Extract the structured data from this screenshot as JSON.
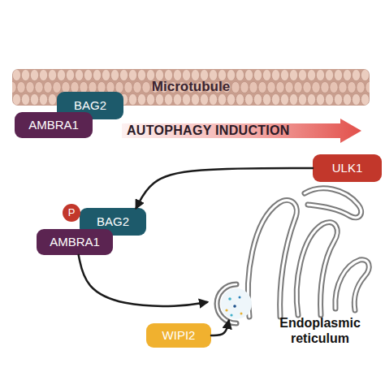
{
  "diagram": {
    "nodes": [
      {
        "text": [
          "Microtubule"
        ]
      },
      {
        "text": [
          "BAG2"
        ]
      },
      {
        "text": [
          "AMBRA1"
        ]
      },
      {
        "text": [
          "AUTOPHAGY INDUCTION"
        ]
      },
      {
        "text": [
          "ULK1"
        ]
      },
      {
        "text": [
          "P"
        ]
      },
      {
        "text": [
          "BAG2"
        ]
      },
      {
        "text": [
          "AMBRA1"
        ]
      },
      {
        "text": [
          "Endoplasmic reticulum"
        ]
      },
      {
        "text": [
          "WIPI2"
        ]
      }
    ],
    "edges": [
      {
        "from": 4,
        "to": 6,
        "arrow": "to"
      },
      {
        "from": 7,
        "to": 8,
        "arrow": "to"
      },
      {
        "from": 9,
        "to": 8,
        "arrow": "to"
      }
    ]
  }
}
